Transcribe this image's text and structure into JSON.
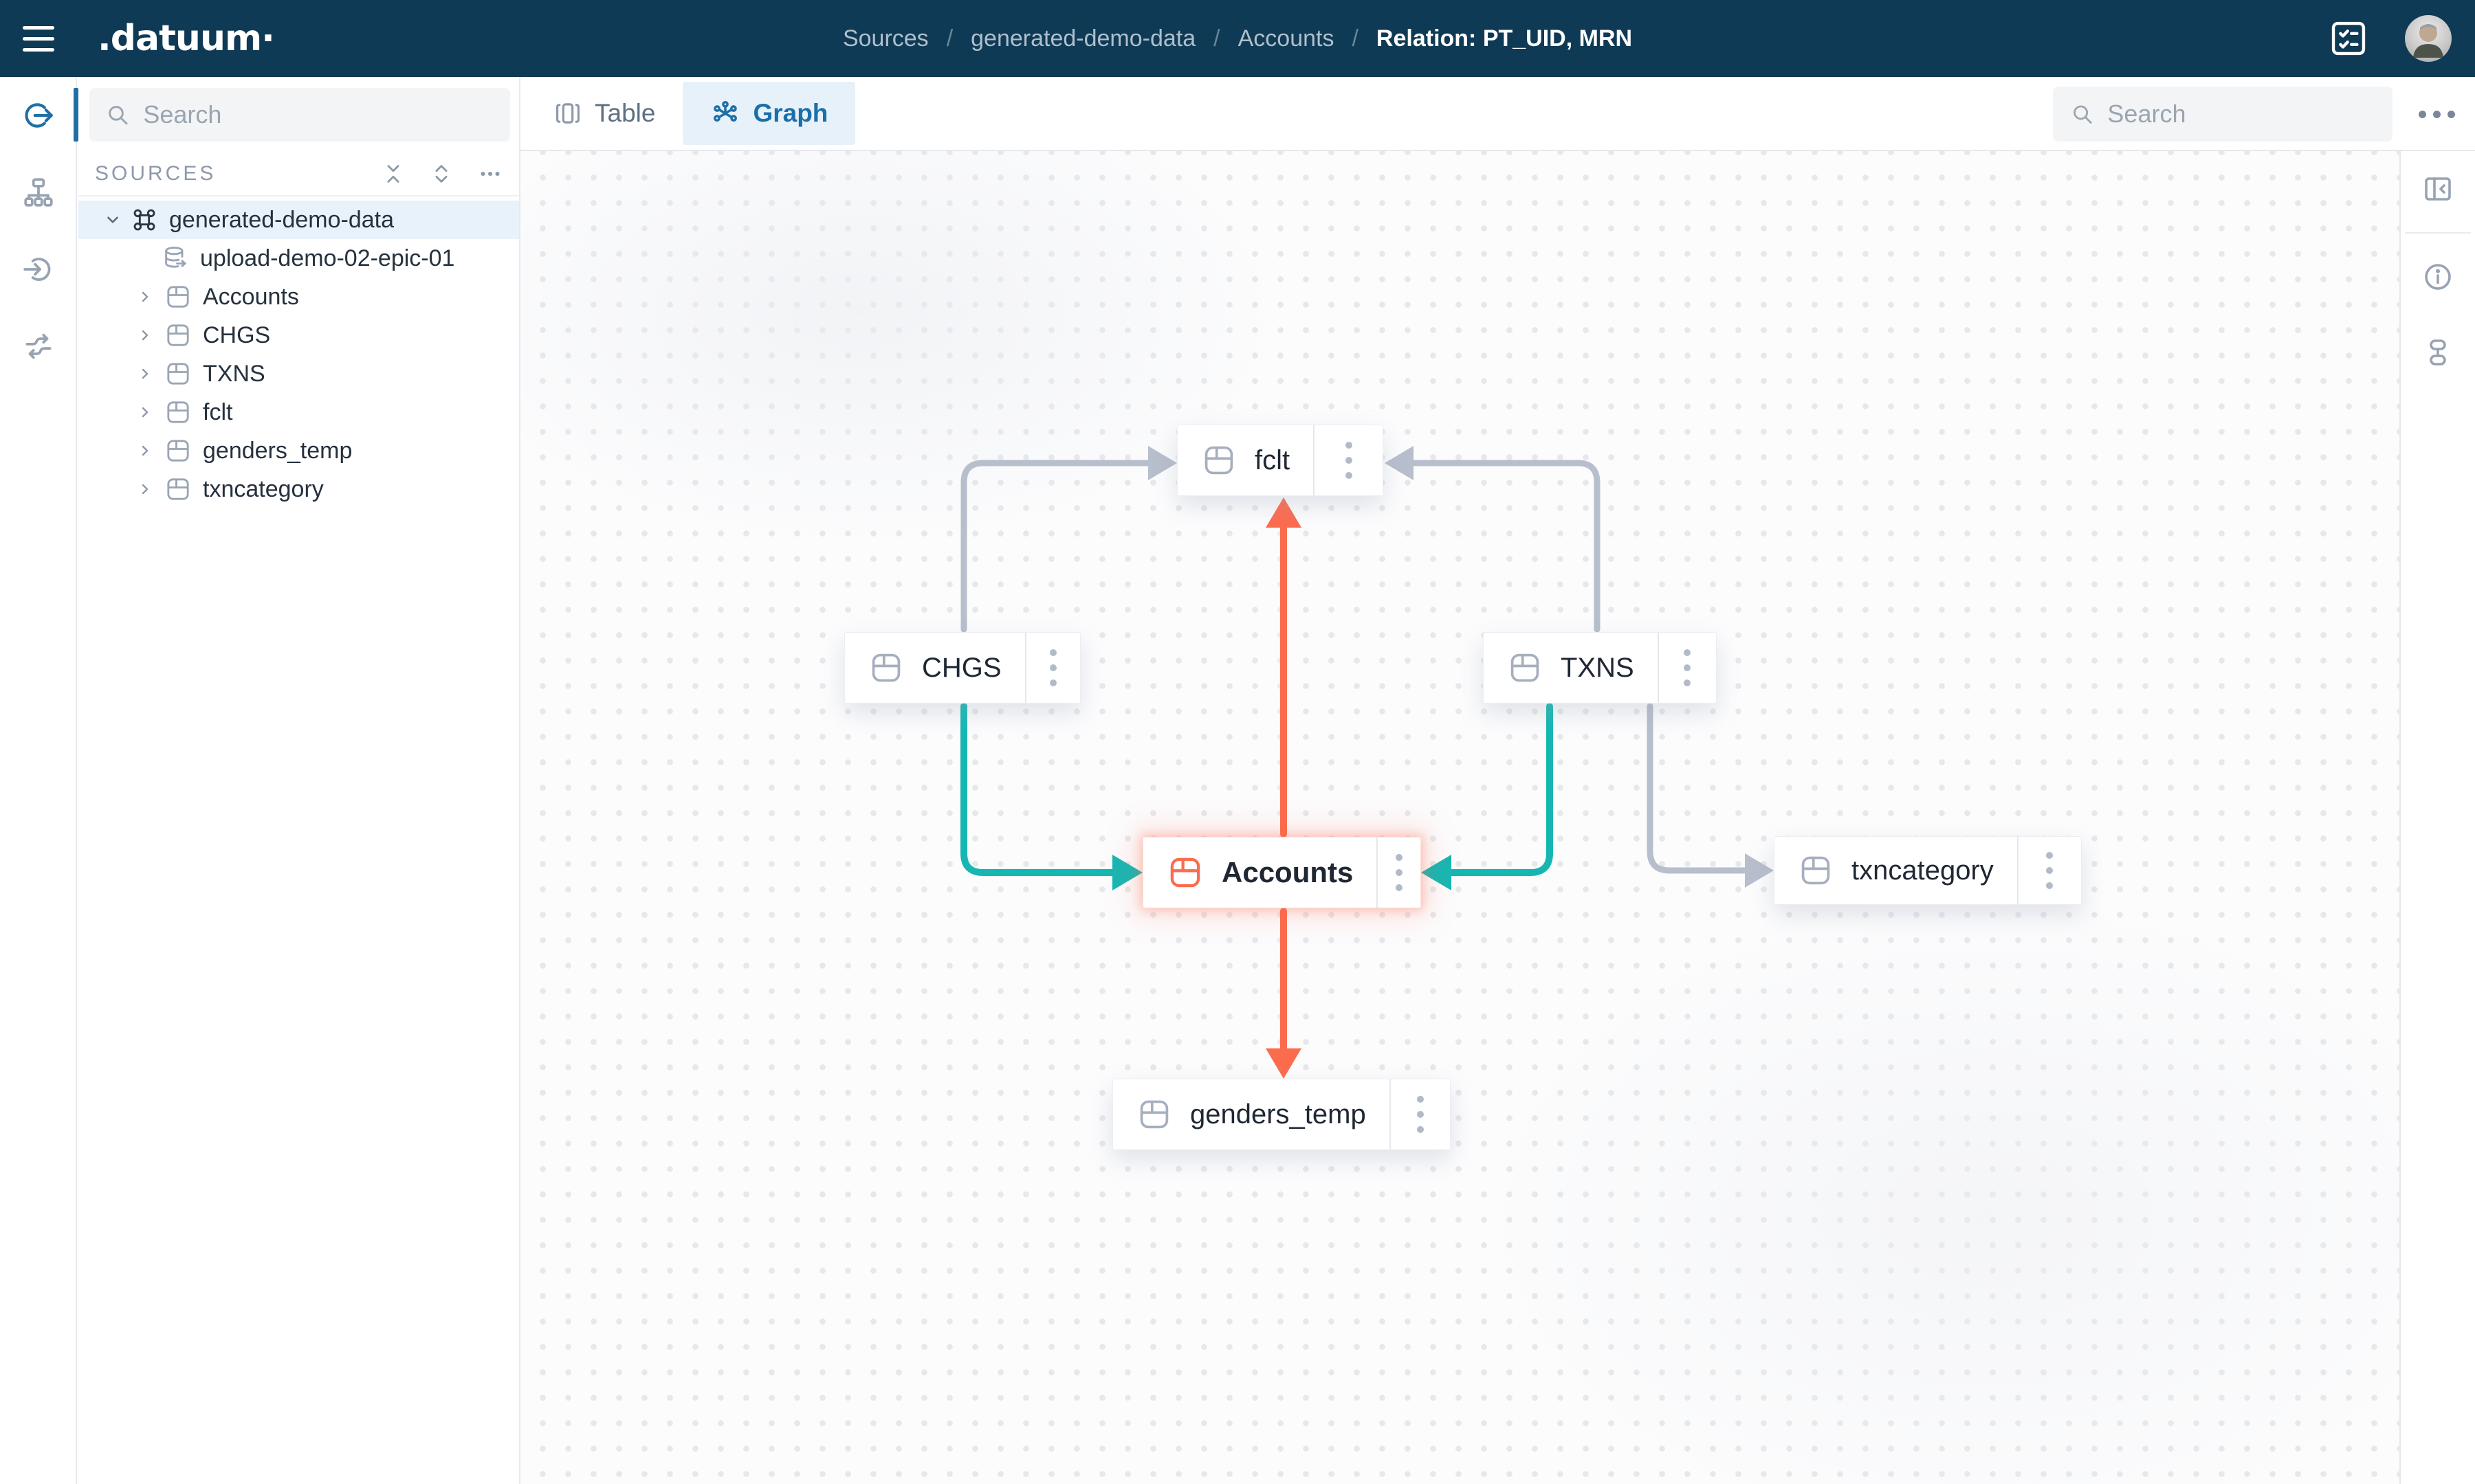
{
  "topbar": {
    "logo_text": "datuum",
    "breadcrumb": [
      "Sources",
      "generated-demo-data",
      "Accounts",
      "Relation: PT_UID, MRN"
    ]
  },
  "rail": {
    "items": [
      {
        "icon": "source-outflow-icon",
        "active": true
      },
      {
        "icon": "hierarchy-icon",
        "active": false
      },
      {
        "icon": "inflow-icon",
        "active": false
      },
      {
        "icon": "pipeline-icon",
        "active": false
      }
    ]
  },
  "sidebar": {
    "search": {
      "placeholder": "Search"
    },
    "section_title": "SOURCES",
    "tree": [
      {
        "label": "generated-demo-data",
        "type": "source",
        "expanded": true,
        "selected": true
      },
      {
        "label": "upload-demo-02-epic-01",
        "type": "upload"
      },
      {
        "label": "Accounts",
        "type": "table"
      },
      {
        "label": "CHGS",
        "type": "table"
      },
      {
        "label": "TXNS",
        "type": "table"
      },
      {
        "label": "fclt",
        "type": "table"
      },
      {
        "label": "genders_temp",
        "type": "table"
      },
      {
        "label": "txncategory",
        "type": "table"
      }
    ]
  },
  "view_toolbar": {
    "tabs": [
      {
        "label": "Table",
        "active": false
      },
      {
        "label": "Graph",
        "active": true
      }
    ],
    "search": {
      "placeholder": "Search"
    }
  },
  "graph": {
    "nodes": [
      {
        "id": "fclt",
        "label": "fclt",
        "highlighted": false
      },
      {
        "id": "CHGS",
        "label": "CHGS",
        "highlighted": false
      },
      {
        "id": "TXNS",
        "label": "TXNS",
        "highlighted": false
      },
      {
        "id": "Accounts",
        "label": "Accounts",
        "highlighted": true
      },
      {
        "id": "txncategory",
        "label": "txncategory",
        "highlighted": false
      },
      {
        "id": "genders_temp",
        "label": "genders_temp",
        "highlighted": false
      }
    ],
    "edges": [
      {
        "from": "CHGS",
        "to": "fclt",
        "color": "gray"
      },
      {
        "from": "TXNS",
        "to": "fclt",
        "color": "gray"
      },
      {
        "from": "Accounts",
        "to": "fclt",
        "color": "orange"
      },
      {
        "from": "CHGS",
        "to": "Accounts",
        "color": "teal"
      },
      {
        "from": "TXNS",
        "to": "Accounts",
        "color": "teal"
      },
      {
        "from": "TXNS",
        "to": "txncategory",
        "color": "gray"
      },
      {
        "from": "Accounts",
        "to": "genders_temp",
        "color": "orange"
      }
    ]
  },
  "colors": {
    "topbar_bg": "#0E3A55",
    "accent_blue": "#1B6FA6",
    "edge_gray": "#B7BECC",
    "edge_teal": "#16B7B3",
    "edge_orange": "#FB6C4F",
    "selected_row_bg": "#E8F2FB"
  }
}
